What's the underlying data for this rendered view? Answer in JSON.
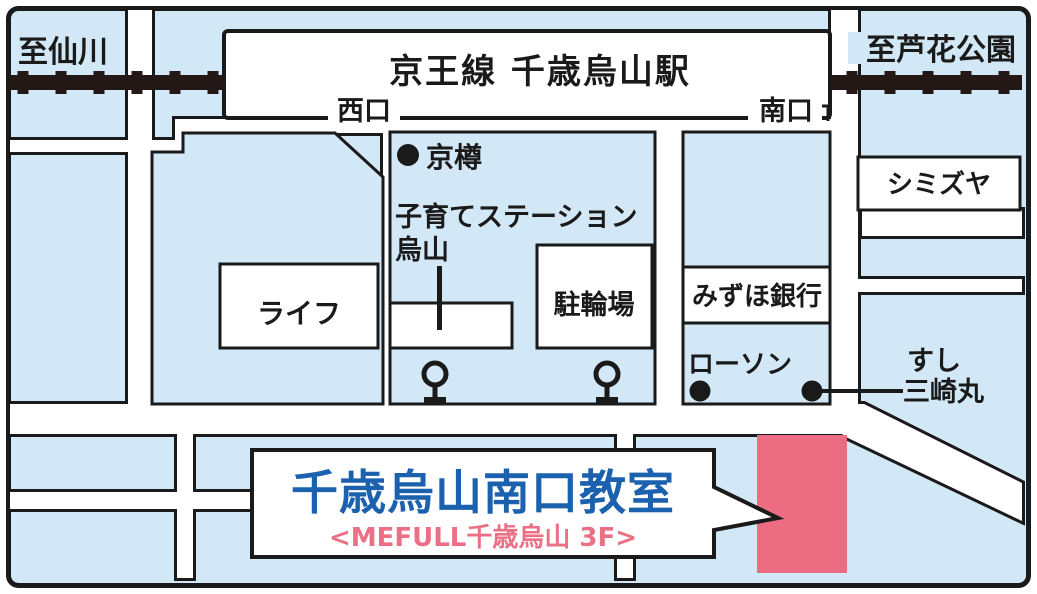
{
  "map": {
    "region_labels": {
      "left": "至仙川",
      "right": "至芦花公園"
    },
    "station": {
      "name": "京王線 千歳烏山駅",
      "west_exit": "西口",
      "south_exit": "南口"
    },
    "places": {
      "kyotaru": "京樽",
      "kosodate_line1": "子育てステーション",
      "kosodate_line2": "烏山",
      "life": "ライフ",
      "bicycle_parking": "駐輪場",
      "shimizuya": "シミズヤ",
      "mizuho_bank": "みずほ銀行",
      "lawson": "ローソン",
      "sushi_line1": "すし",
      "sushi_line2": "三崎丸"
    },
    "classroom": {
      "name": "千歳烏山南口教室",
      "building": "<MEFULL千歳烏山 3F>"
    },
    "colors": {
      "background": "#d3e8f7",
      "road": "#ffffff",
      "outline": "#1a1a1a",
      "railway": "#231815",
      "building_highlight": "#ec6d82",
      "classroom_text": "#1c61ae",
      "building_text": "#eb6f85"
    }
  }
}
